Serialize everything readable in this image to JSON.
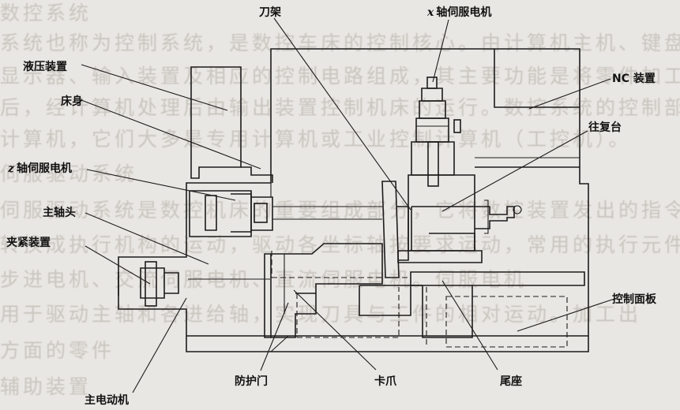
{
  "background_text": [
    "数控系统",
    "系统也称为控制系统，是数控车床的控制核心。由计算机主机、键盘、",
    "显示器、输入装置及相应的控制电路组成，其主要功能是将零件加工程序输入计算机",
    "后，经计算机处理后由输出装置控制机床的运行。数控系统的控制部分即",
    "计算机，它们大多是专用计算机或工业控制计算机（工控机）。",
    "伺服驱动系统",
    "伺服驱动系统是数控机床的重要组成部分，它将数控装置发出的指令",
    "转换成执行机构的运动，驱动各坐标轴按要求运动，常用的执行元件有",
    "步进电机、交流伺服电机、直流伺服电机。伺服电机",
    "用于驱动主轴和各进给轴，实现刀具与工件的相对运动。加工出",
    "方面的零件",
    "辅助装置"
  ],
  "labels": {
    "hydraulic": "液压装置",
    "bed": "床身",
    "z_motor": "轴伺服电机",
    "z_letter": "z",
    "spindle_head": "主轴头",
    "clamp": "夹紧装置",
    "main_motor": "主电动机",
    "guard_door": "防护门",
    "chuck": "卡爪",
    "turret": "刀架",
    "x_motor": "轴伺服电机",
    "x_letter": "x",
    "nc_device": "NC 装置",
    "carriage": "往复台",
    "control_panel": "控制面板",
    "tailstock": "尾座"
  }
}
